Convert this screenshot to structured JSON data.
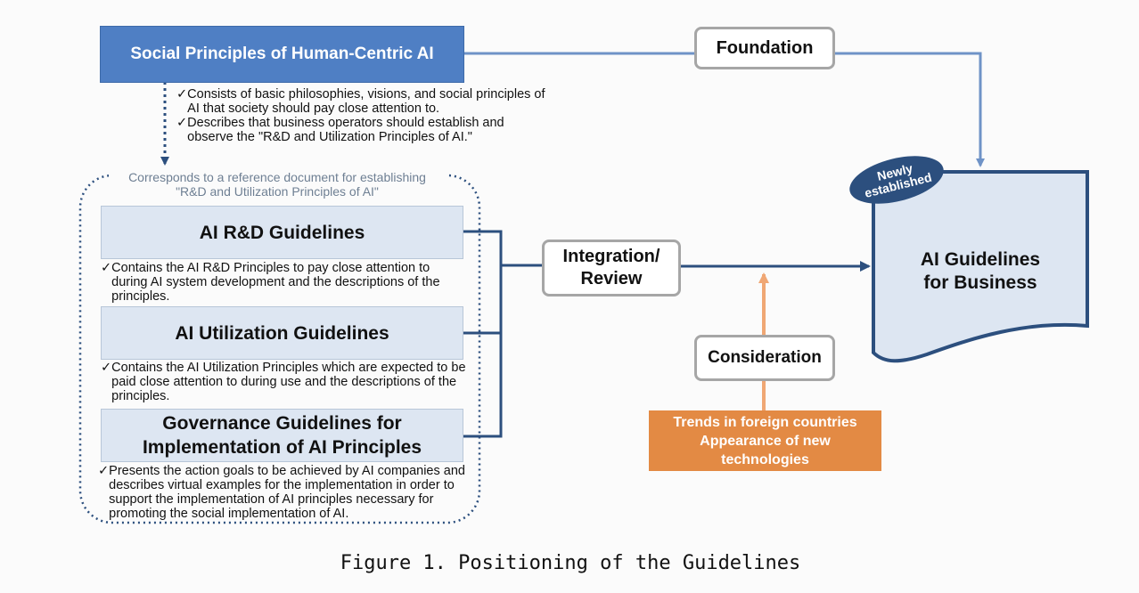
{
  "social_principles": {
    "title": "Social Principles of Human-Centric AI",
    "bullets": [
      "Consists of basic philosophies, visions, and social principles of AI that society should pay close attention to.",
      "Describes that business operators should establish and observe the \"R&D and Utilization Principles of AI.\""
    ]
  },
  "reference_note": {
    "line1": "Corresponds to a reference document for establishing",
    "line2": "\"R&D and Utilization Principles of AI\""
  },
  "guidelines": [
    {
      "title": "AI R&D Guidelines",
      "bullet": "Contains the AI R&D Principles to pay close attention to during AI system development and the descriptions of the principles."
    },
    {
      "title": "AI Utilization Guidelines",
      "bullet": "Contains the AI Utilization Principles which are expected to be paid close attention to during use and the descriptions of the principles."
    },
    {
      "title_line1": "Governance Guidelines for",
      "title_line2": "Implementation of AI Principles",
      "bullet": "Presents the action goals to be achieved by AI companies and describes virtual examples for the implementation in order to support the implementation of AI principles necessary for promoting the social implementation of AI."
    }
  ],
  "labels": {
    "foundation": "Foundation",
    "integration_line1": "Integration/",
    "integration_line2": "Review",
    "consideration": "Consideration"
  },
  "trends": {
    "line1": "Trends in foreign countries",
    "line2": "Appearance of new",
    "line3": "technologies"
  },
  "business_doc": {
    "line1": "AI Guidelines",
    "line2": "for Business",
    "badge_line1": "Newly",
    "badge_line2": "established"
  },
  "check_mark": "✓",
  "caption": "Figure 1. Positioning of the Guidelines",
  "colors": {
    "blue_header": "#4f7fc4",
    "dark_blue": "#2c4f7e",
    "light_blue_fill": "#dde6f2",
    "connector_blue": "#6f93c7",
    "orange": "#e38a44",
    "gray_border": "#a6a6a6"
  }
}
